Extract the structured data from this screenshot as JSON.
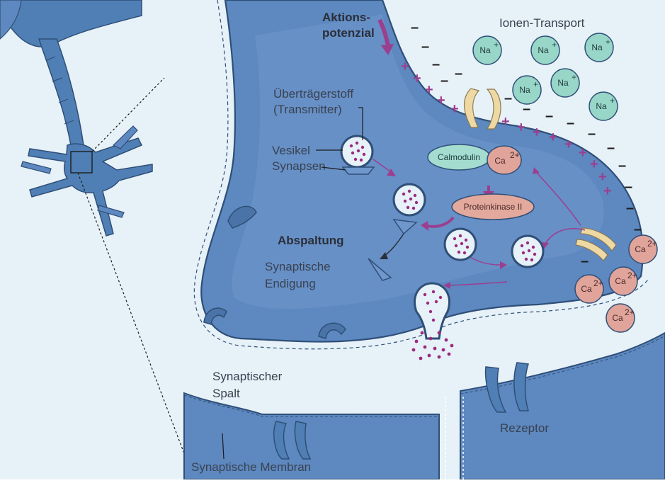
{
  "colors": {
    "background": "#e7f1f8",
    "neuron": "#4f7fb5",
    "terminal": "#5d88c0",
    "membrane_dark": "#2f4f77",
    "arrow_purple": "#9b3f8f",
    "positive_charge": "#9b3f8f",
    "negative_charge": "#1c1c1c",
    "sodium_ion": "#98d6c8",
    "calcium_ion": "#e0a49a",
    "calmodulin": "#a4ddcf",
    "proteinkinase": "#e3a99c",
    "channel": "#eed9a4",
    "vesicle_dot": "#9b2b7e"
  },
  "labels": {
    "action_potential_line1": "Aktions-",
    "action_potential_line2": "potenzial",
    "ion_transport": "Ionen-Transport",
    "transmitter_line1": "Überträgerstoff",
    "transmitter_line2": "(Transmitter)",
    "vesicle_line1": "Vesikel",
    "vesicle_line2": "Synapsen",
    "calmodulin": "Calmodulin",
    "proteinkinase": "Proteinkinase II",
    "cleavage": "Abspaltung",
    "terminal_line1": "Synaptische",
    "terminal_line2": "Endigung",
    "cleft_line1": "Synaptischer",
    "cleft_line2": "Spalt",
    "membrane": "Synaptische Membran",
    "receptor": "Rezeptor"
  },
  "ions": {
    "sodium_main": "Na",
    "sodium_sup": "+",
    "calcium_main": "Ca",
    "calcium_sup": "2+"
  },
  "charges": {
    "positive": "+",
    "negative": "–"
  }
}
